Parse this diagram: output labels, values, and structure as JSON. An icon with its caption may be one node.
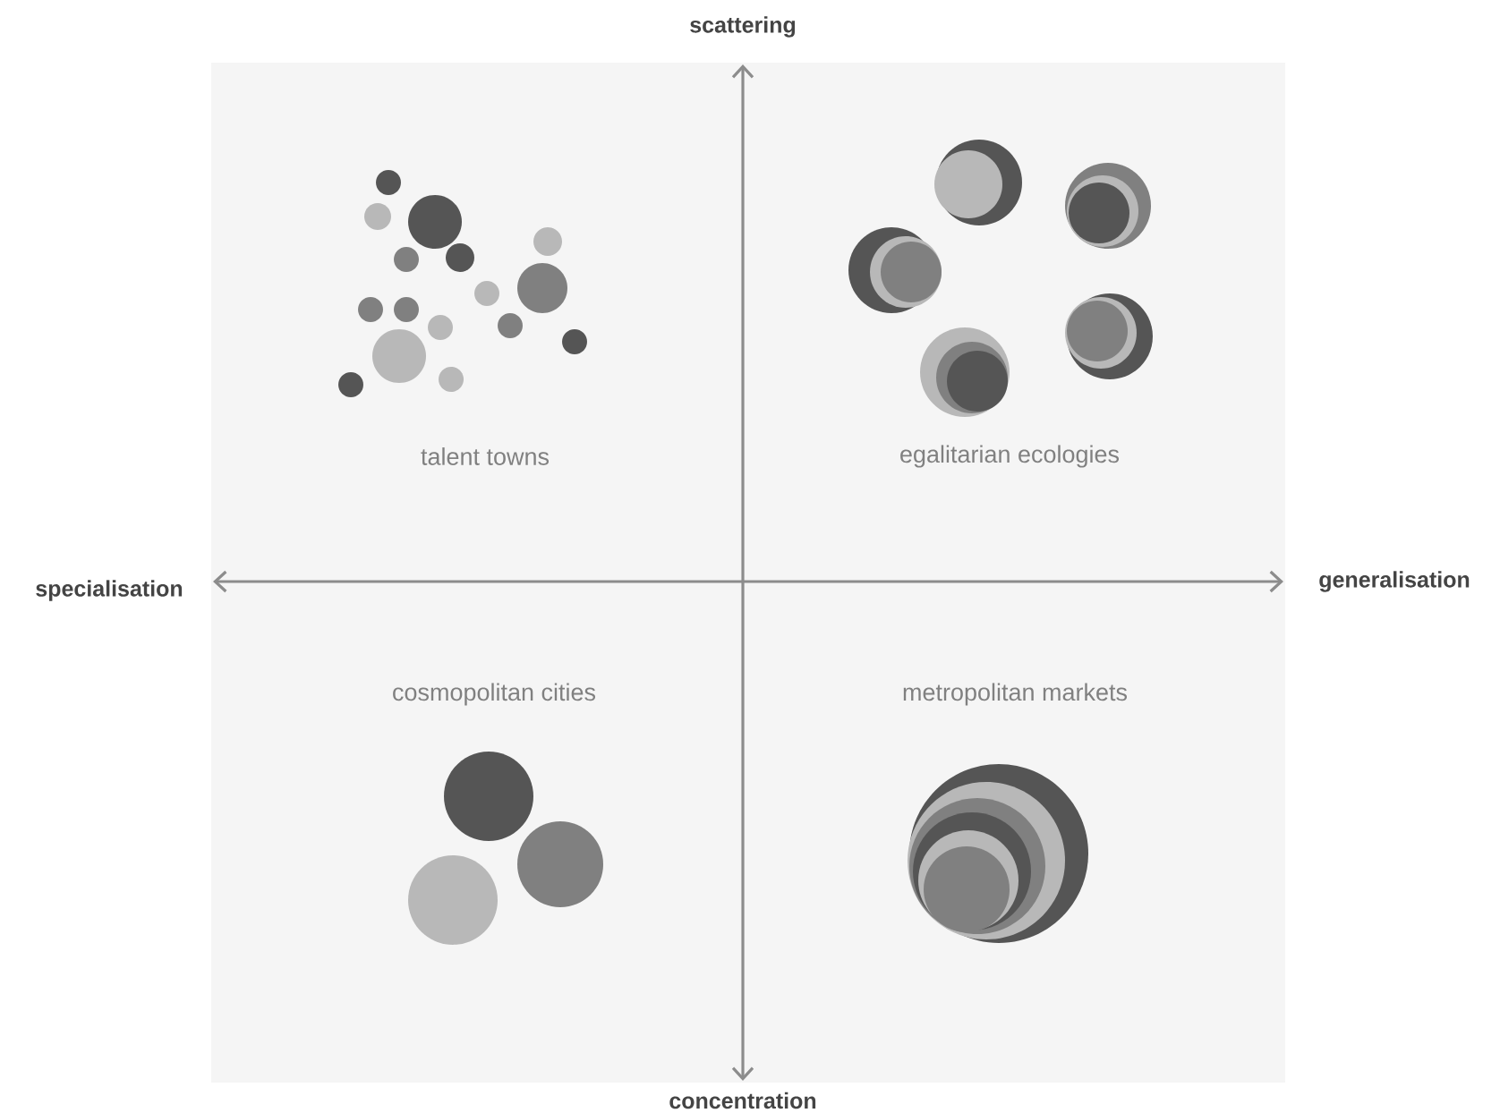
{
  "diagram": {
    "labels": [
      "scattering",
      "talent towns",
      "egalitarian ecologies",
      "specialisation",
      "generalisation",
      "cosmopolitan cities",
      "metropolitan markets",
      "concentration"
    ]
  }
}
